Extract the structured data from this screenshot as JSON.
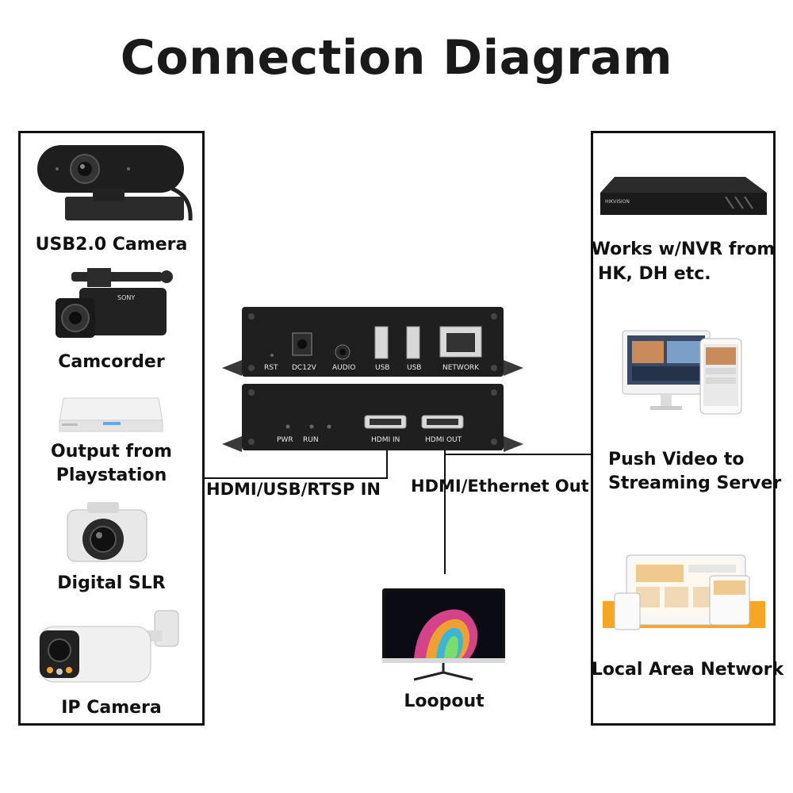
{
  "title": "Connection Diagram",
  "sources": {
    "items": [
      {
        "label": "USB2.0 Camera"
      },
      {
        "label": "Camcorder"
      },
      {
        "label_line1": "Output from",
        "label_line2": "Playstation"
      },
      {
        "label": "Digital SLR"
      },
      {
        "label": "IP Camera"
      }
    ]
  },
  "outputs": {
    "items": [
      {
        "label_line1": "Works w/NVR from",
        "label_line2": "HK, DH etc."
      },
      {
        "label_line1": "Push Video to",
        "label_line2": "Streaming Server"
      },
      {
        "label": "Local Area Network"
      }
    ]
  },
  "connections": {
    "input_label": "HDMI/USB/RTSP IN",
    "output_label": "HDMI/Ethernet Out"
  },
  "loopout": {
    "label": "Loopout"
  },
  "device": {
    "top_ports": [
      "RST",
      "DC12V",
      "AUDIO",
      "USB",
      "USB",
      "NETWORK"
    ],
    "bottom_ports": [
      "PWR",
      "RUN",
      "HDMI IN",
      "HDMI OUT"
    ]
  },
  "nvr_brand_text": "HIKVISION",
  "camcorder_brand_text": "SONY",
  "colors": {
    "device": "#1f1f1f",
    "accent_orange": "#f5a623",
    "line": "#111111"
  }
}
